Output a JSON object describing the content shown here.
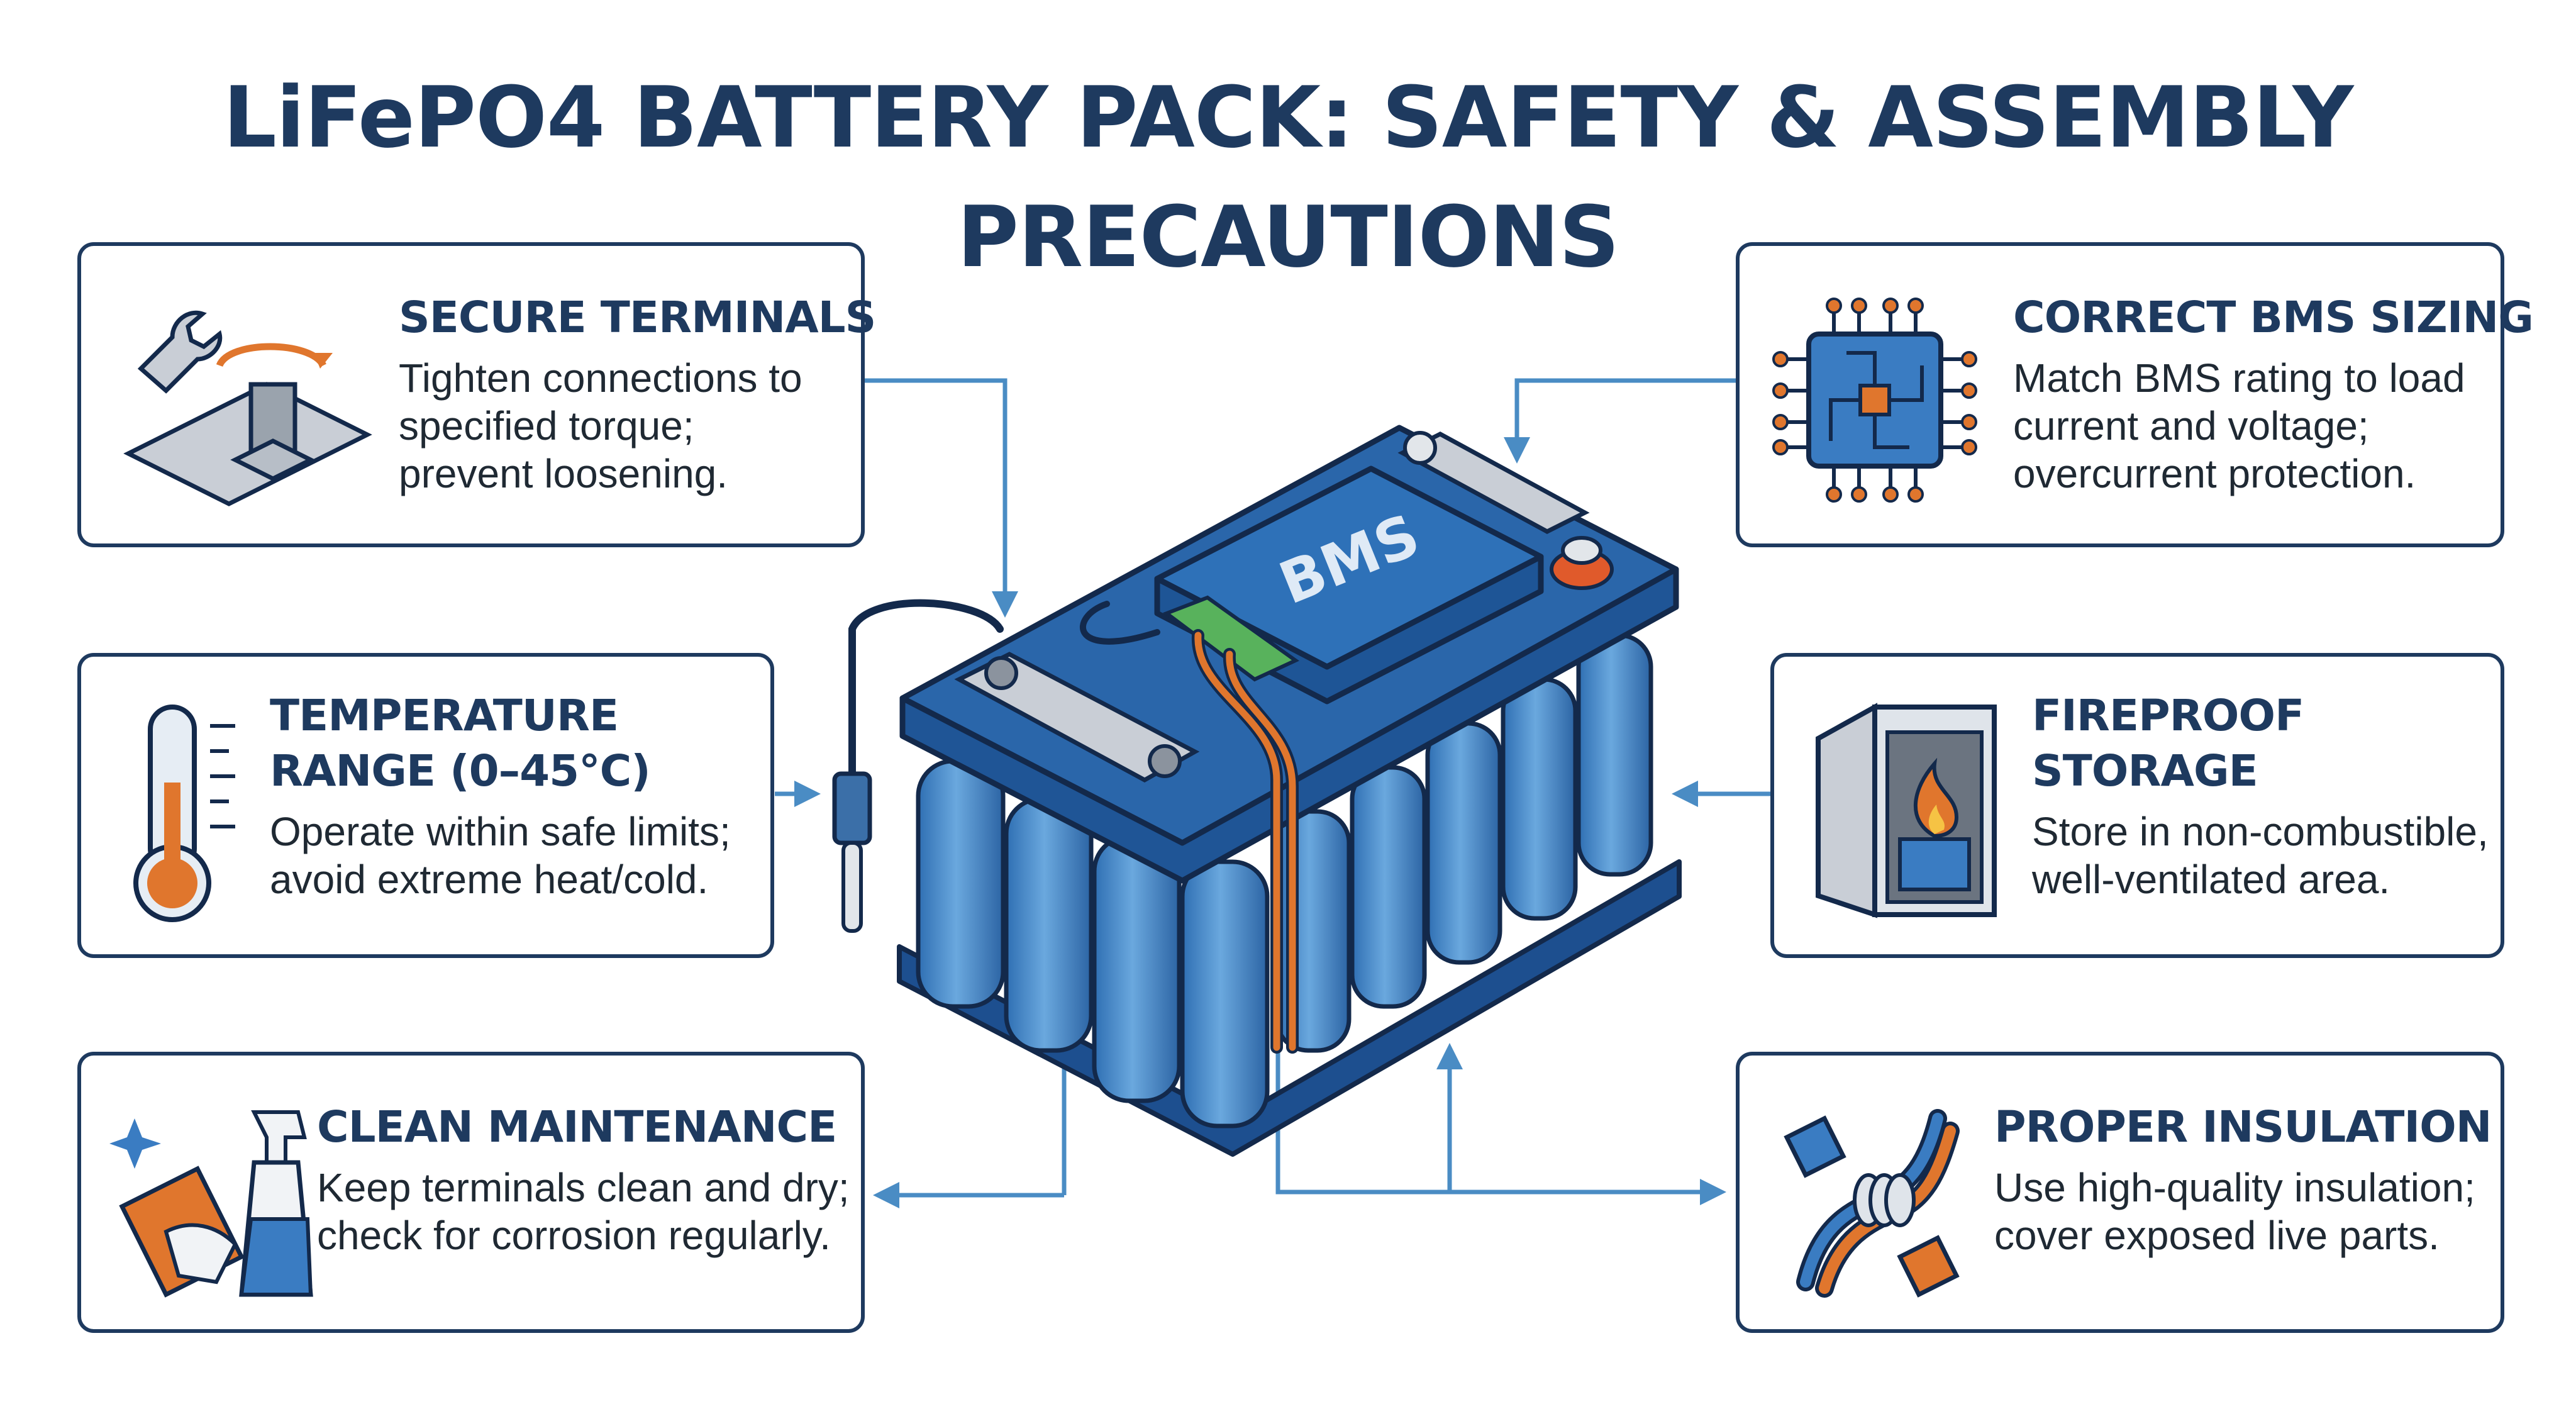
{
  "title": "LiFePO4 BATTERY PACK: SAFETY & ASSEMBLY PRECAUTIONS",
  "battery": {
    "bms_label": "BMS"
  },
  "cards": [
    {
      "id": "secure-terminals",
      "title": [
        "SECURE TERMINALS"
      ],
      "icon": "wrench-bolt-icon",
      "desc": [
        "Tighten connections to",
        "specified torque;",
        "prevent loosening."
      ]
    },
    {
      "id": "correct-bms-sizing",
      "title": [
        "CORRECT BMS SIZING"
      ],
      "icon": "circuit-chip-icon",
      "desc": [
        "Match BMS rating to load",
        "current and voltage;",
        "overcurrent protection."
      ]
    },
    {
      "id": "temperature-range",
      "title": [
        "TEMPERATURE",
        "RANGE (0–45°C)"
      ],
      "icon": "thermometer-icon",
      "desc": [
        "Operate within safe limits;",
        "avoid extreme heat/cold."
      ]
    },
    {
      "id": "fireproof-storage",
      "title": [
        "FIREPROOF",
        "STORAGE"
      ],
      "icon": "fire-cabinet-icon",
      "desc": [
        "Store in non-combustible,",
        "well-ventilated area."
      ]
    },
    {
      "id": "clean-maintenance",
      "title": [
        "CLEAN MAINTENANCE"
      ],
      "icon": "cleaning-spray-icon",
      "desc": [
        "Keep terminals clean and dry;",
        "check for corrosion regularly."
      ]
    },
    {
      "id": "proper-insulation",
      "title": [
        "PROPER INSULATION"
      ],
      "icon": "insulated-cable-icon",
      "desc": [
        "Use high-quality insulation;",
        "cover exposed live parts."
      ]
    }
  ]
}
